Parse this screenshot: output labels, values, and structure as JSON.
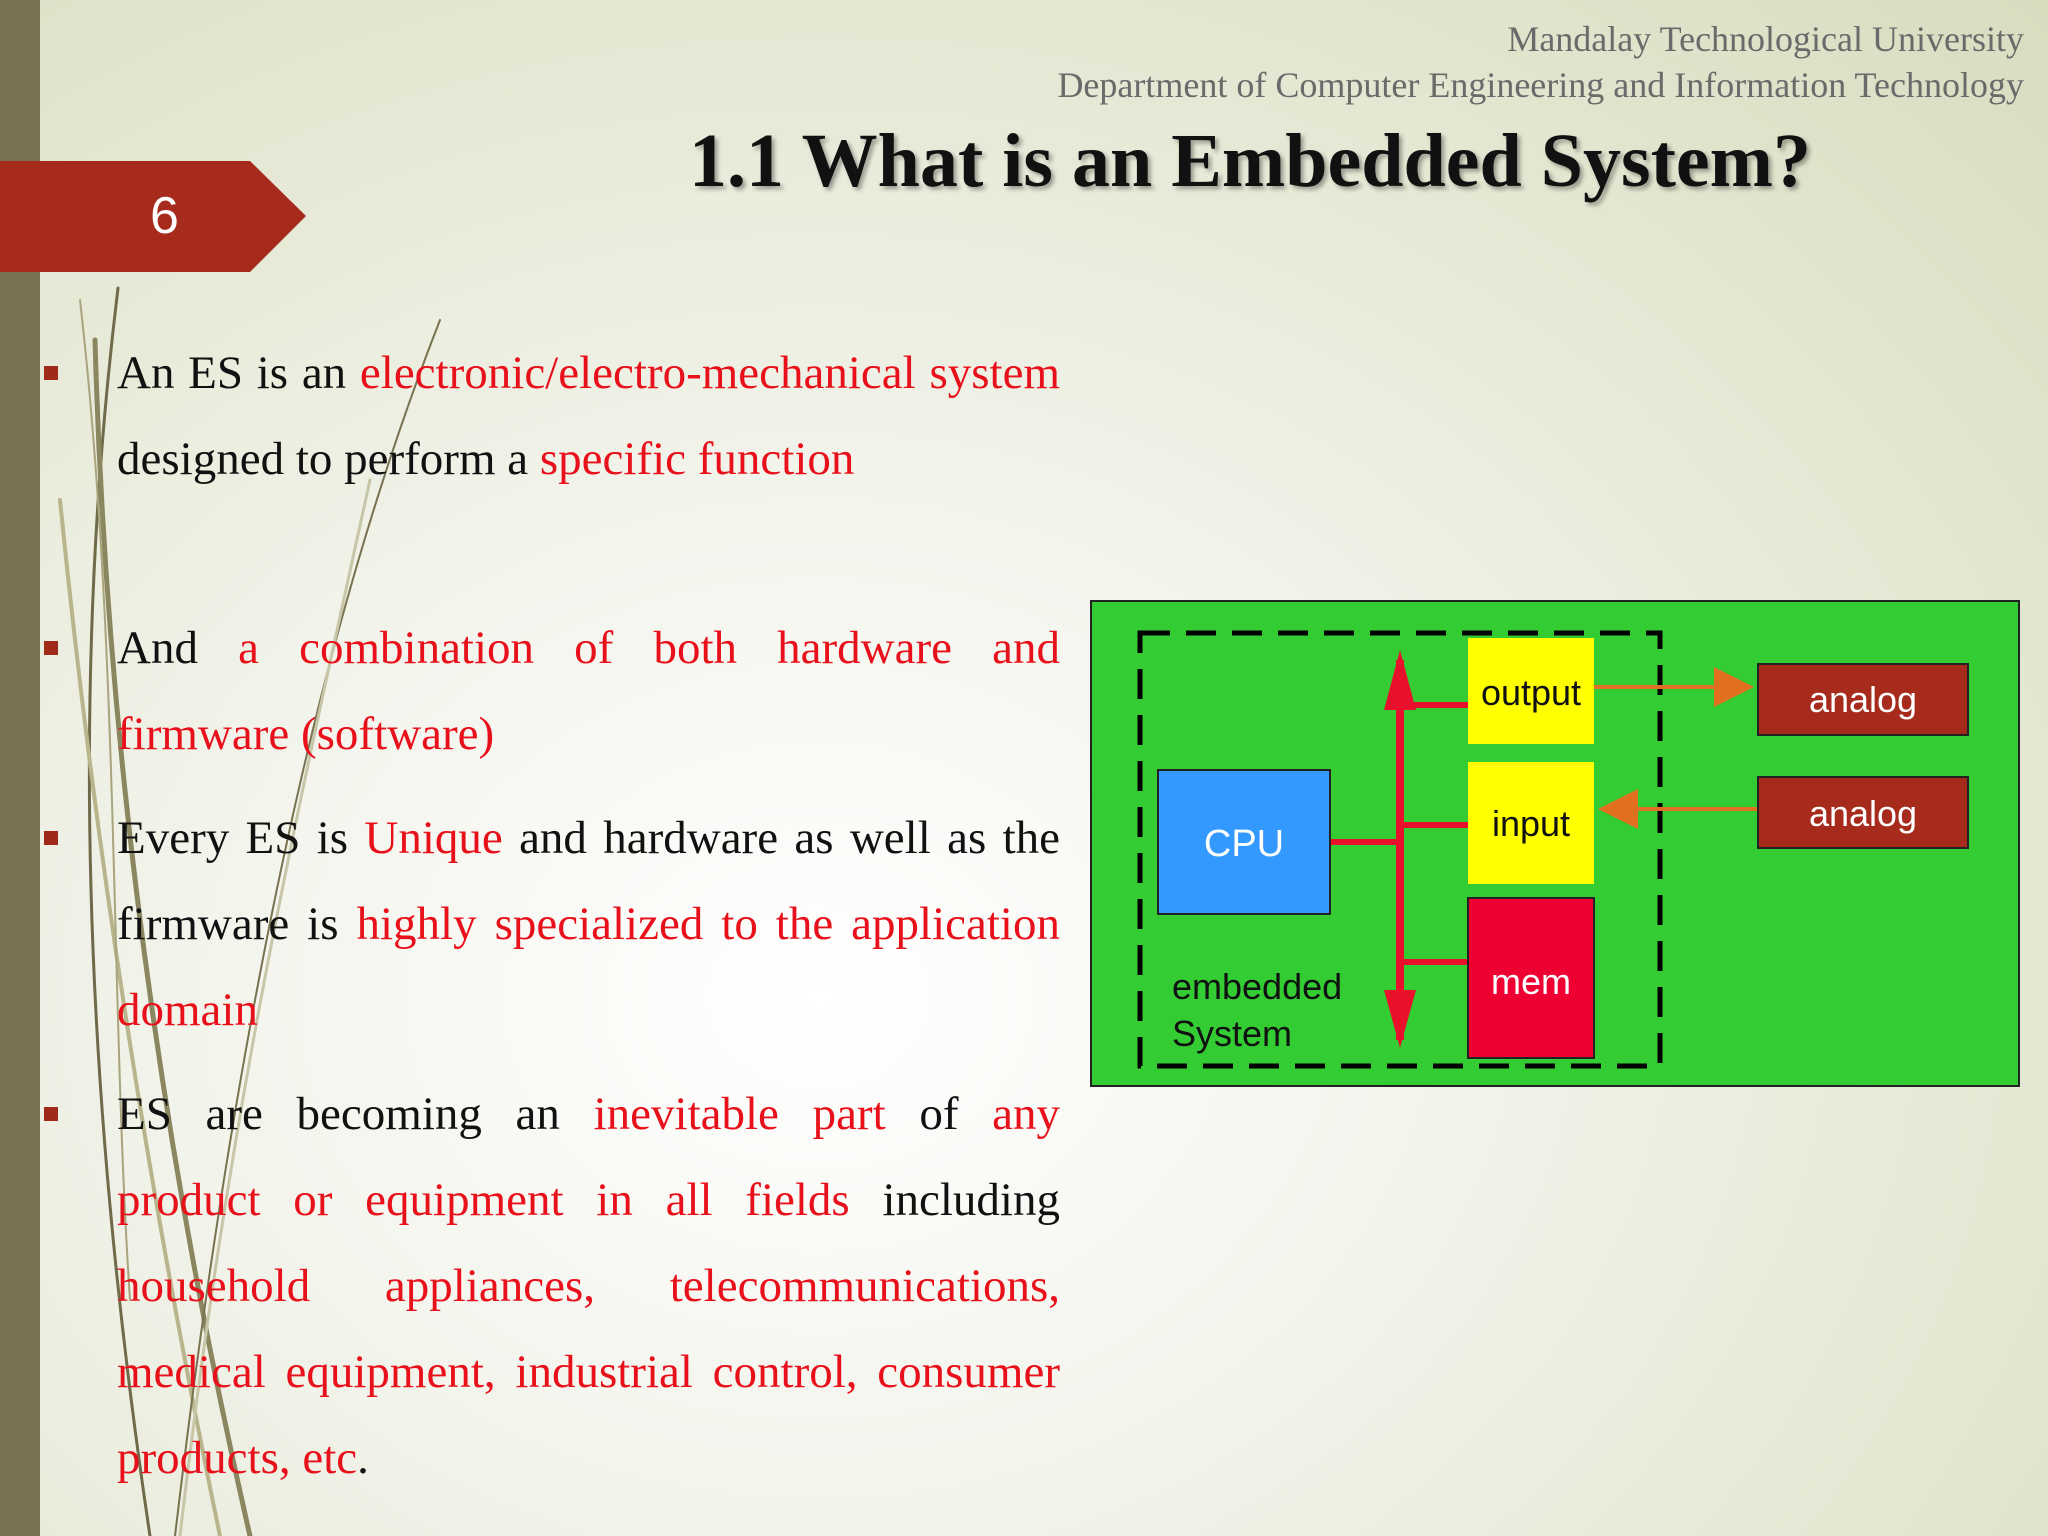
{
  "slide": {
    "number": "6",
    "header_line1": "Mandalay Technological University",
    "header_line2": "Department of Computer Engineering and Information Technology",
    "title": "1.1 What is an Embedded System?"
  },
  "bullets": [
    {
      "segments": [
        {
          "text": "An ES is an ",
          "highlight": false
        },
        {
          "text": "electronic/electro-mechanical system",
          "highlight": true
        },
        {
          "text": " designed to perform a ",
          "highlight": false
        },
        {
          "text": "specific function",
          "highlight": true
        }
      ]
    },
    {
      "segments": [
        {
          "text": "And ",
          "highlight": false
        },
        {
          "text": "a combination of both hardware and firmware (software)",
          "highlight": true
        }
      ]
    },
    {
      "segments": [
        {
          "text": "Every ES is ",
          "highlight": false
        },
        {
          "text": "Unique",
          "highlight": true
        },
        {
          "text": " and hardware as well as the firmware is ",
          "highlight": false
        },
        {
          "text": "highly specialized to the application domain",
          "highlight": true
        }
      ]
    },
    {
      "segments": [
        {
          "text": "ES are becoming an ",
          "highlight": false
        },
        {
          "text": "inevitable part",
          "highlight": true
        },
        {
          "text": " of ",
          "highlight": false
        },
        {
          "text": "any product or equipment in all fields",
          "highlight": true
        },
        {
          "text": " including ",
          "highlight": false
        },
        {
          "text": "household appliances, telecommunications, medical equipment, industrial control, consumer products, etc",
          "highlight": true
        },
        {
          "text": ".",
          "highlight": false
        }
      ]
    }
  ],
  "diagram": {
    "cpu_label": "CPU",
    "output_label": "output",
    "input_label": "input",
    "mem_label": "mem",
    "analog_out_label": "analog",
    "analog_in_label": "analog",
    "system_label_line1": "embedded",
    "system_label_line2": "System"
  },
  "colors": {
    "accent": "#a62b1c",
    "highlight_text": "#e8101a",
    "diagram_background": "#33cc33",
    "cpu": "#3399ff",
    "io_blocks": "#ffff00",
    "mem": "#ee0033",
    "analog_boxes": "#a62b1c",
    "bus": "#e8102a"
  }
}
